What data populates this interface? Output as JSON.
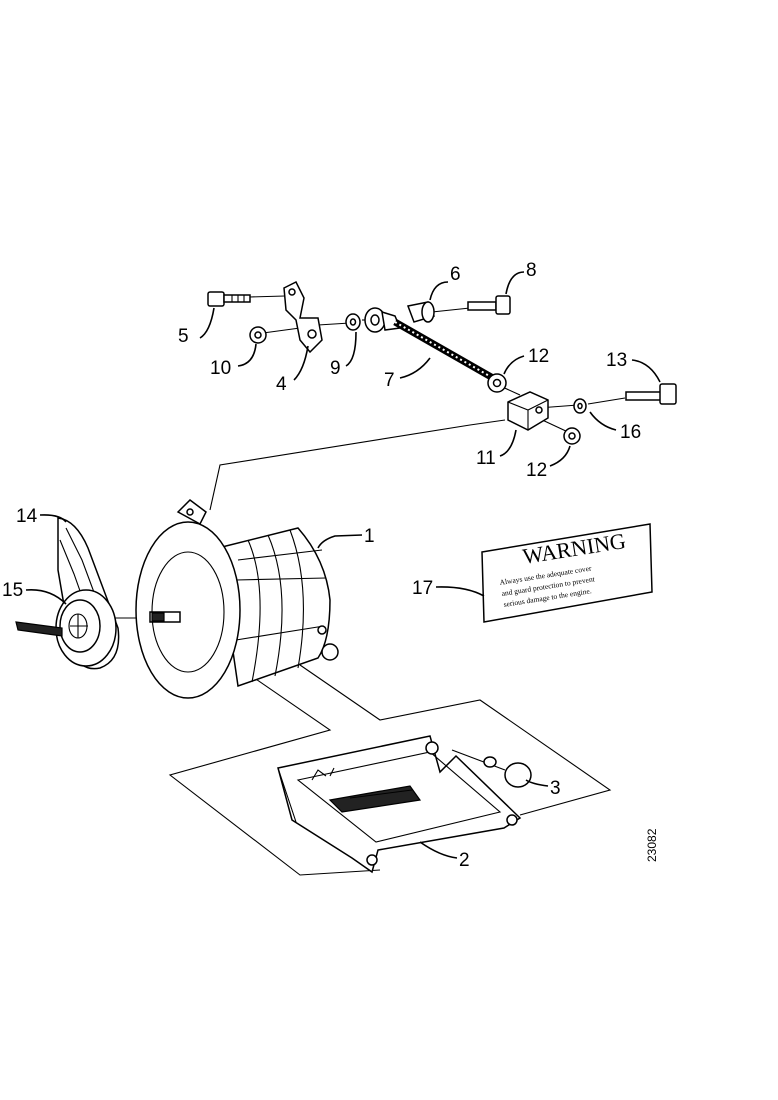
{
  "diagram": {
    "reference_number": "23082",
    "warning_label": {
      "title": "WARNING",
      "lines": [
        "Always use the adequate cover",
        "and guard protection to prevent",
        "serious damage to the engine."
      ]
    },
    "callouts": [
      {
        "id": "c1",
        "label": "1"
      },
      {
        "id": "c2",
        "label": "2"
      },
      {
        "id": "c3",
        "label": "3"
      },
      {
        "id": "c4",
        "label": "4"
      },
      {
        "id": "c5",
        "label": "5"
      },
      {
        "id": "c6",
        "label": "6"
      },
      {
        "id": "c7",
        "label": "7"
      },
      {
        "id": "c8",
        "label": "8"
      },
      {
        "id": "c9",
        "label": "9"
      },
      {
        "id": "c10",
        "label": "10"
      },
      {
        "id": "c11",
        "label": "11"
      },
      {
        "id": "c12a",
        "label": "12"
      },
      {
        "id": "c12b",
        "label": "12"
      },
      {
        "id": "c13",
        "label": "13"
      },
      {
        "id": "c14",
        "label": "14"
      },
      {
        "id": "c15",
        "label": "15"
      },
      {
        "id": "c16",
        "label": "16"
      },
      {
        "id": "c17",
        "label": "17"
      }
    ]
  }
}
